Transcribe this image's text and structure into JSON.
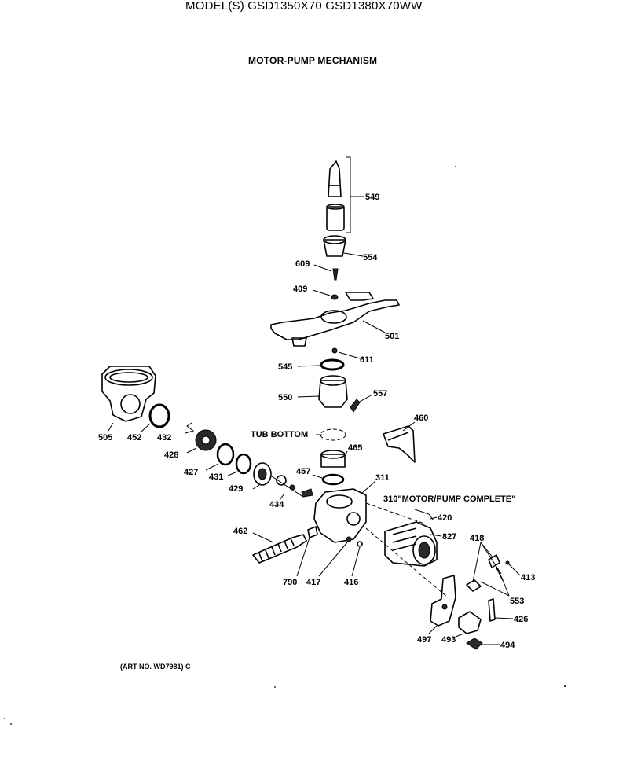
{
  "header": {
    "title": "MODEL(S) GSD1350X70  GSD1380X70WW",
    "subtitle": "MOTOR-PUMP MECHANISM"
  },
  "footer": {
    "art_no": "(ART NO. WD7981) C"
  },
  "labels": {
    "p549": "549",
    "p554": "554",
    "p609": "609",
    "p409": "409",
    "p501": "501",
    "p611": "611",
    "p545": "545",
    "p550": "550",
    "p557": "557",
    "p460": "460",
    "p505": "505",
    "p452": "452",
    "p432": "432",
    "p428": "428",
    "tub_bottom": "TUB BOTTOM",
    "p465": "465",
    "p457": "457",
    "p311": "311",
    "p427": "427",
    "p431": "431",
    "p429": "429",
    "p434": "434",
    "motor_pump": "310\"MOTOR/PUMP COMPLETE\"",
    "p420": "420",
    "p827": "827",
    "p462": "462",
    "p418": "418",
    "p413": "413",
    "p790": "790",
    "p417": "417",
    "p416": "416",
    "p553": "553",
    "p426": "426",
    "p497": "497",
    "p493": "493",
    "p494": "494"
  }
}
